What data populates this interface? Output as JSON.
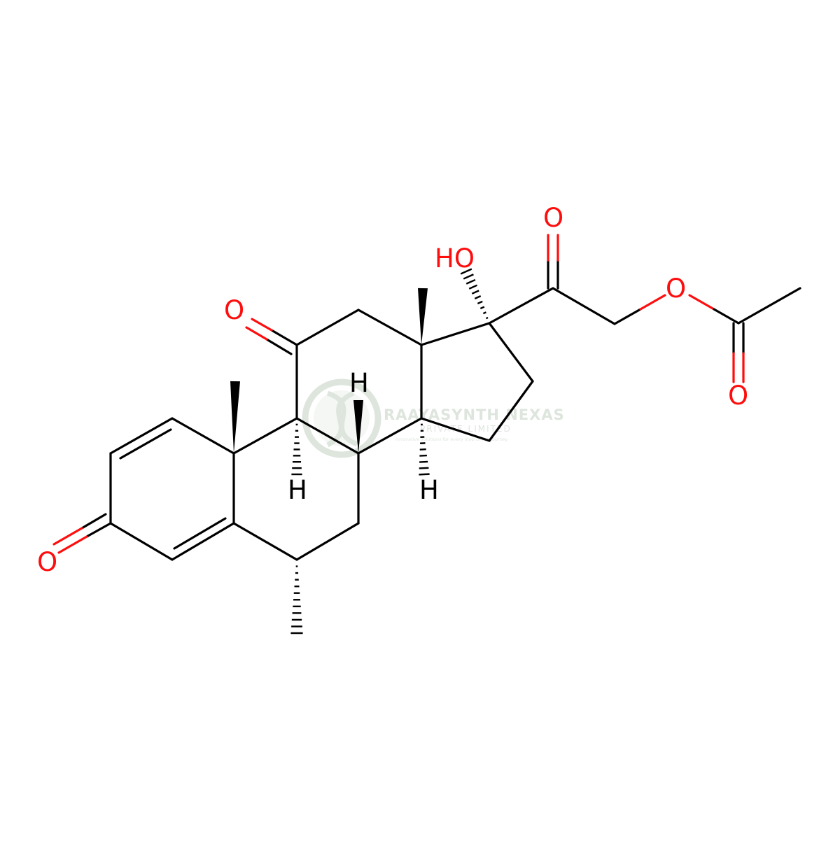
{
  "colors": {
    "bond": "#000000",
    "oxygen": "#ff0d0d",
    "watermark": "#c8d4c8"
  },
  "atom_labels": {
    "hydroxyl": "HO",
    "oxygen_ketone_top": "O",
    "oxygen_ketone_c11": "O",
    "oxygen_ketone_c3": "O",
    "oxygen_ester": "O",
    "oxygen_acetyl": "O",
    "hydrogen_c8": "H",
    "hydrogen_c9": "H",
    "hydrogen_c14": "H"
  },
  "watermark": {
    "title": "RAAYASYNTH NEXAS",
    "subtitle": "PRIVATE LIMITED",
    "tagline": "Innovative solutions for every step of the journey",
    "icon": "helix-logo-icon"
  }
}
